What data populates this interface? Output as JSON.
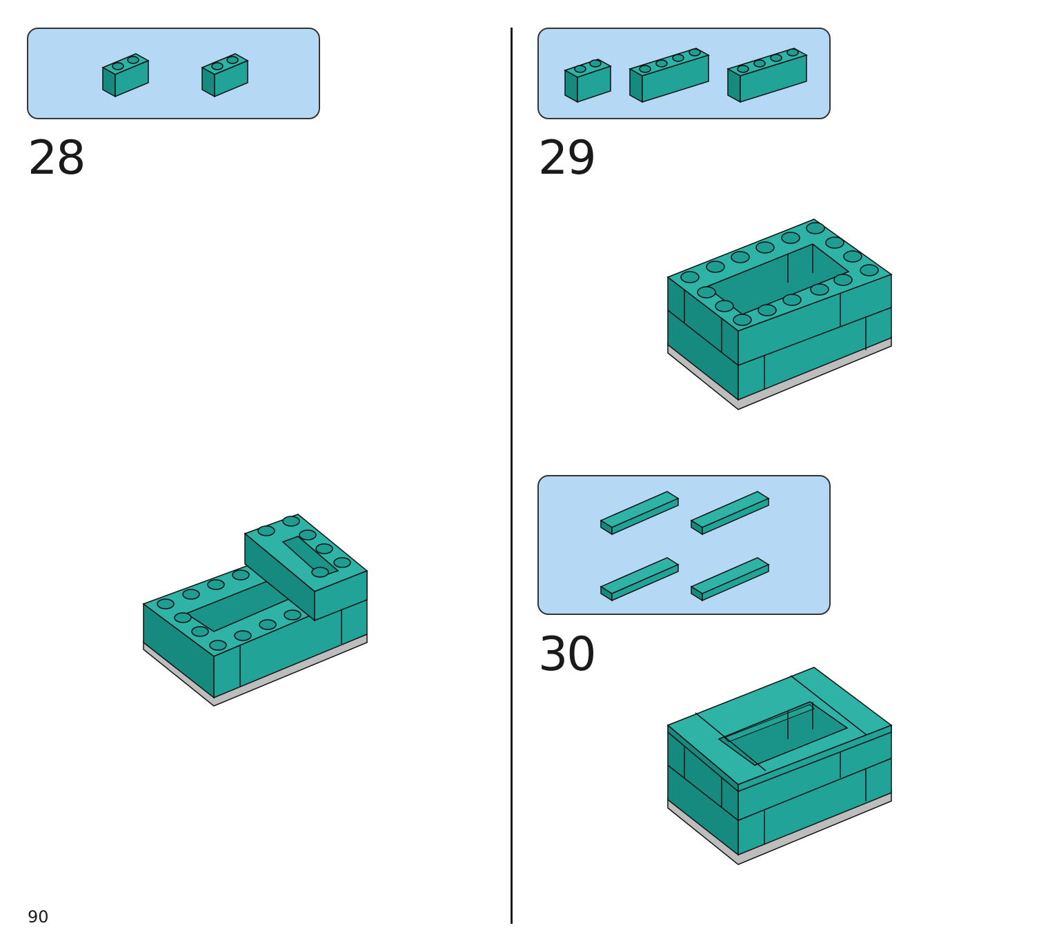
{
  "page": {
    "number": "90"
  },
  "colors": {
    "brick": "#21a398",
    "brick_dark": "#178a80",
    "stud": "#1f9d93",
    "parts_bg": "#b5d9f4",
    "base": "#bdbdbd"
  },
  "steps": [
    {
      "number": "28",
      "parts": [
        {
          "type": "brick-1x2",
          "count": 2
        }
      ]
    },
    {
      "number": "29",
      "parts": [
        {
          "type": "brick-1x2",
          "count": 1
        },
        {
          "type": "brick-1x4",
          "count": 2
        }
      ]
    },
    {
      "number": "30",
      "parts": [
        {
          "type": "tile-1x4",
          "count": 4
        }
      ]
    }
  ]
}
